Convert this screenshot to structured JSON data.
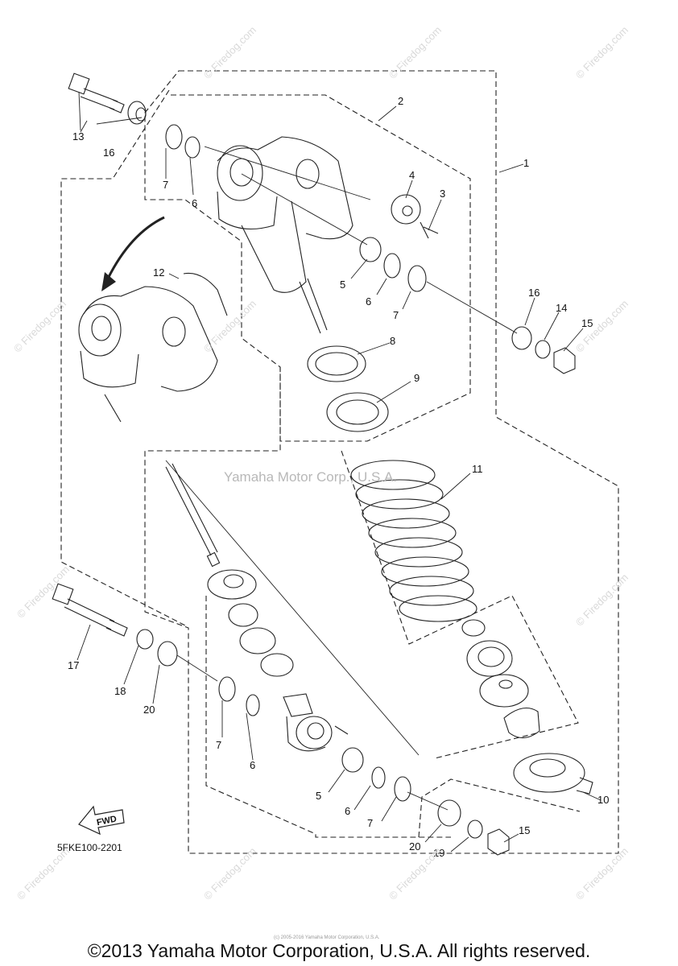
{
  "watermark_center": "Yamaha Motor Corp., U.S.A.",
  "watermark_corner": "© Firedog.com",
  "part_code": "5FKE100-2201",
  "fwd_label": "FWD",
  "tiny_copyright": "(c) 2005-2016 Yamaha Motor Corporation, U.S.A.",
  "footer": "©2013 Yamaha Motor Corporation, U.S.A. All rights reserved.",
  "callouts": [
    {
      "id": "c1",
      "text": "1"
    },
    {
      "id": "c2",
      "text": "2"
    },
    {
      "id": "c3",
      "text": "3"
    },
    {
      "id": "c4",
      "text": "4"
    },
    {
      "id": "c5a",
      "text": "5"
    },
    {
      "id": "c6a",
      "text": "6"
    },
    {
      "id": "c6b",
      "text": "6"
    },
    {
      "id": "c7a",
      "text": "7"
    },
    {
      "id": "c7b",
      "text": "7"
    },
    {
      "id": "c8",
      "text": "8"
    },
    {
      "id": "c9",
      "text": "9"
    },
    {
      "id": "c10",
      "text": "10"
    },
    {
      "id": "c11",
      "text": "11"
    },
    {
      "id": "c12",
      "text": "12"
    },
    {
      "id": "c13",
      "text": "13"
    },
    {
      "id": "c14",
      "text": "14"
    },
    {
      "id": "c15a",
      "text": "15"
    },
    {
      "id": "c15b",
      "text": "15"
    },
    {
      "id": "c16a",
      "text": "16"
    },
    {
      "id": "c16b",
      "text": "16"
    },
    {
      "id": "c17",
      "text": "17"
    },
    {
      "id": "c18",
      "text": "18"
    },
    {
      "id": "c19",
      "text": "19"
    },
    {
      "id": "c20a",
      "text": "20"
    },
    {
      "id": "c20b",
      "text": "20"
    },
    {
      "id": "c5b",
      "text": "5"
    },
    {
      "id": "c6c",
      "text": "6"
    },
    {
      "id": "c7c",
      "text": "7"
    },
    {
      "id": "c7d",
      "text": "7"
    },
    {
      "id": "c6d",
      "text": "6"
    },
    {
      "id": "c5c",
      "text": "5"
    }
  ]
}
